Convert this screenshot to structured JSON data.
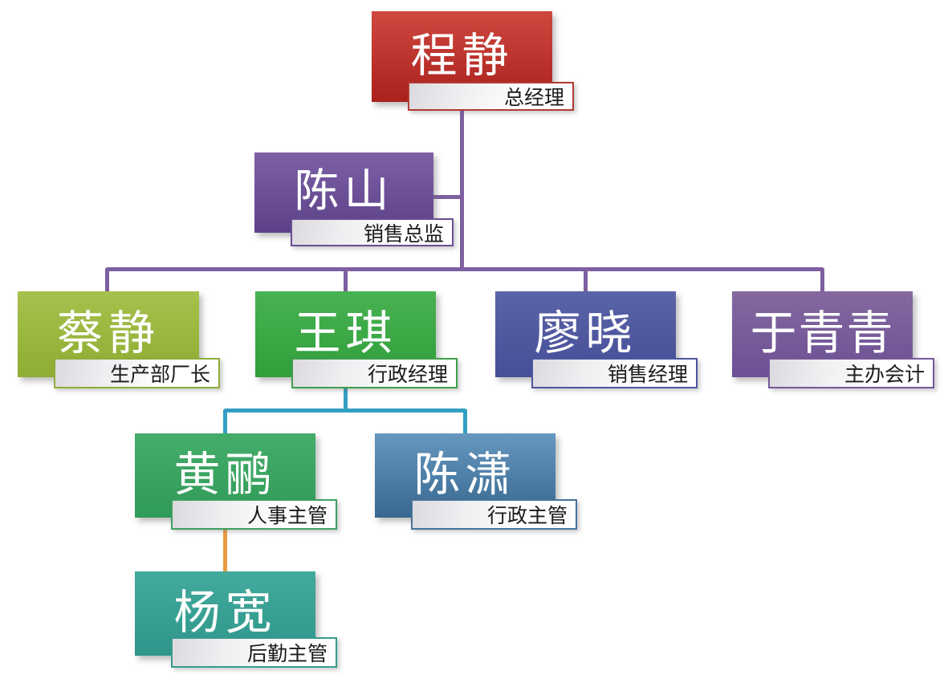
{
  "diagram": {
    "type": "organization-chart",
    "language": "zh-CN"
  },
  "nodes": [
    {
      "name": "程静",
      "title": "总经理",
      "theme_color": "#c0392b",
      "role": "root",
      "reports_to": null
    },
    {
      "name": "陈山",
      "title": "销售总监",
      "theme_color": "#6d519b",
      "role": "assistant",
      "reports_to": "程静"
    },
    {
      "name": "蔡静",
      "title": "生产部厂长",
      "theme_color": "#9ab83f",
      "role": "child",
      "reports_to": "程静"
    },
    {
      "name": "王琪",
      "title": "行政经理",
      "theme_color": "#3aa945",
      "role": "child",
      "reports_to": "程静"
    },
    {
      "name": "廖晓",
      "title": "销售经理",
      "theme_color": "#5059a0",
      "role": "child",
      "reports_to": "程静"
    },
    {
      "name": "于青青",
      "title": "主办会计",
      "theme_color": "#785d9a",
      "role": "child",
      "reports_to": "程静"
    },
    {
      "name": "黄鹂",
      "title": "人事主管",
      "theme_color": "#3aa462",
      "role": "child",
      "reports_to": "王琪"
    },
    {
      "name": "陈潇",
      "title": "行政主管",
      "theme_color": "#4f80a8",
      "role": "child",
      "reports_to": "王琪"
    },
    {
      "name": "杨宽",
      "title": "后勤主管",
      "theme_color": "#39a094",
      "role": "child",
      "reports_to": "黄鹂"
    }
  ],
  "connectors": {
    "level1_color": "#7e5fa0",
    "level2_color": "#339fc2",
    "level3_color": "#ec9c45"
  }
}
